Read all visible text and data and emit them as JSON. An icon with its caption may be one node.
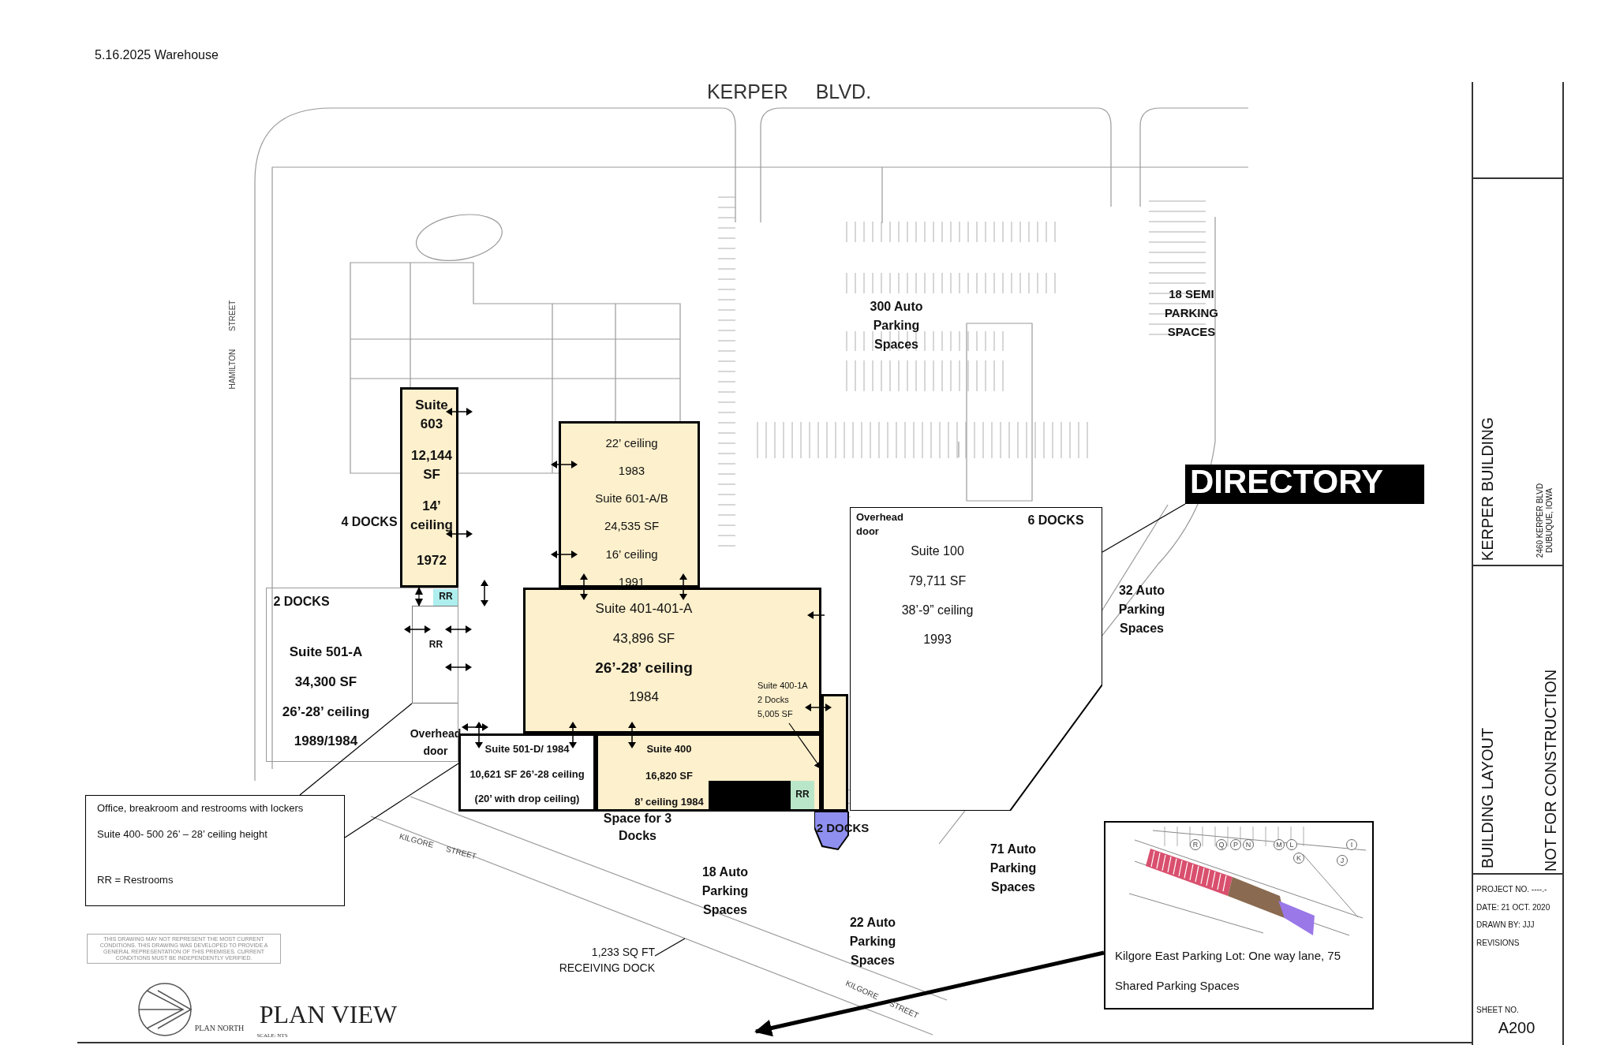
{
  "diagram": {
    "title": "5.16.2025 Warehouse",
    "nodes": [
      {
        "text": [
          "Suite 603",
          "12,144 SF",
          "14’ ceiling",
          "1972"
        ]
      },
      {
        "text": [
          "22’ ceiling",
          "1983",
          "Suite 601-A/B",
          "24,535 SF",
          "16’ ceiling",
          "1991"
        ]
      },
      {
        "text": [
          "Suite 501-A",
          "34,300 SF",
          "26’-28’ ceiling",
          "1989/1984"
        ]
      },
      {
        "text": [
          "RR"
        ],
        "in": 2
      },
      {
        "text": [
          "RR"
        ],
        "in": 2
      },
      {
        "text": [
          "Suite 401-401-A",
          "43,896 SF",
          "26’-28’ ceiling",
          "1984"
        ]
      },
      {
        "text": [
          "Suite 400-1A",
          "2 Docks",
          "5,005 SF"
        ],
        "in": 5
      },
      {
        "text": [],
        "shape": "box"
      },
      {
        "text": [
          "Overhead door",
          "6 DOCKS",
          "Suite 100",
          "79,711 SF",
          "38’-9” ceiling",
          "1993"
        ]
      },
      {
        "text": [
          "Suite 501-D/ 1984",
          "10,621 SF 26’-28 ceiling",
          "(20’ with drop ceiling)"
        ]
      },
      {
        "text": [
          "Suite 400",
          "16,820 SF",
          "8’ ceiling 1984"
        ]
      },
      {
        "text": [
          "RR"
        ],
        "in": 10
      },
      {
        "text": [
          "2 DOCKS"
        ]
      },
      {
        "text": [
          "Office, breakroom and restrooms with lockers",
          "Suite 400- 500 26’ – 28’ ceiling height",
          "RR = Restrooms"
        ]
      },
      {
        "text": [
          "Kilgore East Parking Lot: One way lane, 75 Shared Parking Spaces"
        ]
      },
      {
        "text": [
          "1,233 SQ FT RECEIVING DOCK"
        ]
      },
      {
        "text": [
          "DIRECTORY"
        ]
      },
      {
        "text": [],
        "shape": "box",
        "in": 10
      }
    ],
    "edges": [
      {
        "from": 6,
        "to": 7,
        "arrow": "to"
      },
      {
        "from": 13,
        "to": 4,
        "arrow": "none"
      },
      {
        "from": 13,
        "to": 9,
        "arrow": "none"
      },
      {
        "from": 14,
        "to": null,
        "arrow": "to",
        "style": "thick"
      },
      {
        "from": 15,
        "to": null,
        "arrow": "none"
      },
      {
        "from": 16,
        "to": 8,
        "arrow": "none"
      },
      {
        "from": 0,
        "to": 4,
        "arrow": "both"
      }
    ],
    "labels": [
      "KERPER BLVD.",
      "HAMILTON STREET",
      "300 Auto Parking Spaces",
      "18 SEMI PARKING SPACES",
      "4 DOCKS",
      "2 DOCKS",
      "32 Auto Parking Spaces",
      "Overhead door",
      "Space for 3 Docks",
      "18 Auto Parking Spaces",
      "71 Auto Parking Spaces",
      "22 Auto Parking Spaces",
      "KILGORE STREET",
      "KILGORE STREET",
      "THIS DRAWING MAY NOT REPRESENT THE MOST CURRENT CONDITIONS. THIS DRAWING WAS DEVELOPED TO PROVIDE A GENERAL REPRESENTATION OF THIS PREMISES. CURRENT CONDITIONS MUST BE INDEPENDENTLY VERIFIED.",
      "PLAN NORTH",
      "PLAN VIEW",
      "SCALE: NTS",
      "KERPER BUILDING",
      "2460 KERPER BLVD DUBUQUE, IOWA",
      "BUILDING LAYOUT",
      "NOT FOR CONSTRUCTION",
      "PROJECT NO. ----.-",
      "DATE: 21 OCT. 2020",
      "DRAWN BY: JJJ",
      "REVISIONS",
      "SHEET NO.",
      "A200",
      "R",
      "Q",
      "P",
      "N",
      "M",
      "L",
      "I",
      "K",
      "J"
    ]
  }
}
